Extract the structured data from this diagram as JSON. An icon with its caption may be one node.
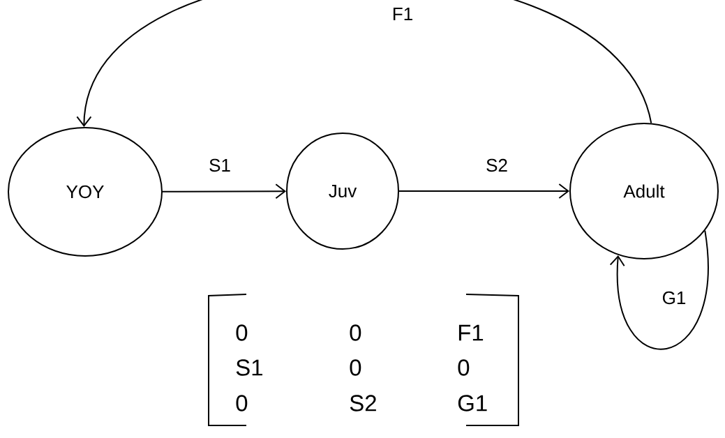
{
  "diagram": {
    "nodes": [
      {
        "text": [
          "YOY"
        ]
      },
      {
        "text": [
          "Juv"
        ]
      },
      {
        "text": [
          "Adult"
        ]
      }
    ],
    "edges": [
      {
        "from": 0,
        "to": 1,
        "arrow": "to",
        "label": "S1"
      },
      {
        "from": 1,
        "to": 2,
        "arrow": "to",
        "label": "S2"
      },
      {
        "from": 2,
        "to": 0,
        "arrow": "to",
        "label": "F1"
      },
      {
        "from": 2,
        "to": 2,
        "arrow": "to",
        "label": "G1"
      }
    ],
    "labels": [
      "0",
      "0",
      "F1",
      "S1",
      "0",
      "0",
      "0",
      "S2",
      "G1"
    ]
  }
}
